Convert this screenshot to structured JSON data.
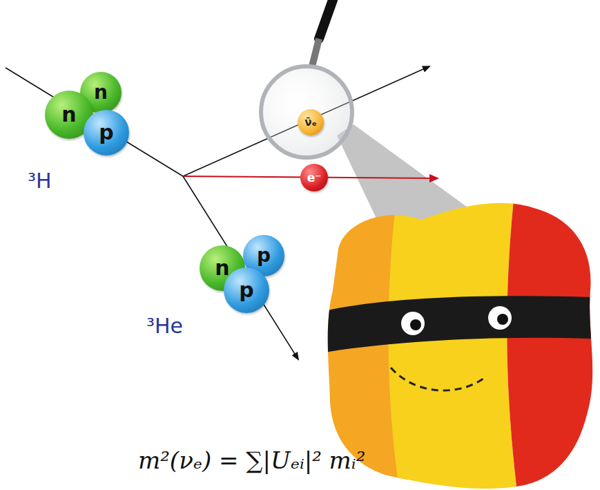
{
  "diagram": {
    "nodes": [
      {
        "text": [
          "n"
        ]
      },
      {
        "text": [
          "n"
        ]
      },
      {
        "text": [
          "p"
        ]
      },
      {
        "text": [
          "ν̄ₑ"
        ]
      },
      {
        "text": [
          "e⁻"
        ]
      },
      {
        "text": [
          "n"
        ]
      },
      {
        "text": [
          "p"
        ]
      },
      {
        "text": [
          "p"
        ]
      }
    ],
    "labels": [
      "³H",
      "³He",
      "m²(νₑ) = ∑|Uₑᵢ|² mᵢ²"
    ]
  }
}
